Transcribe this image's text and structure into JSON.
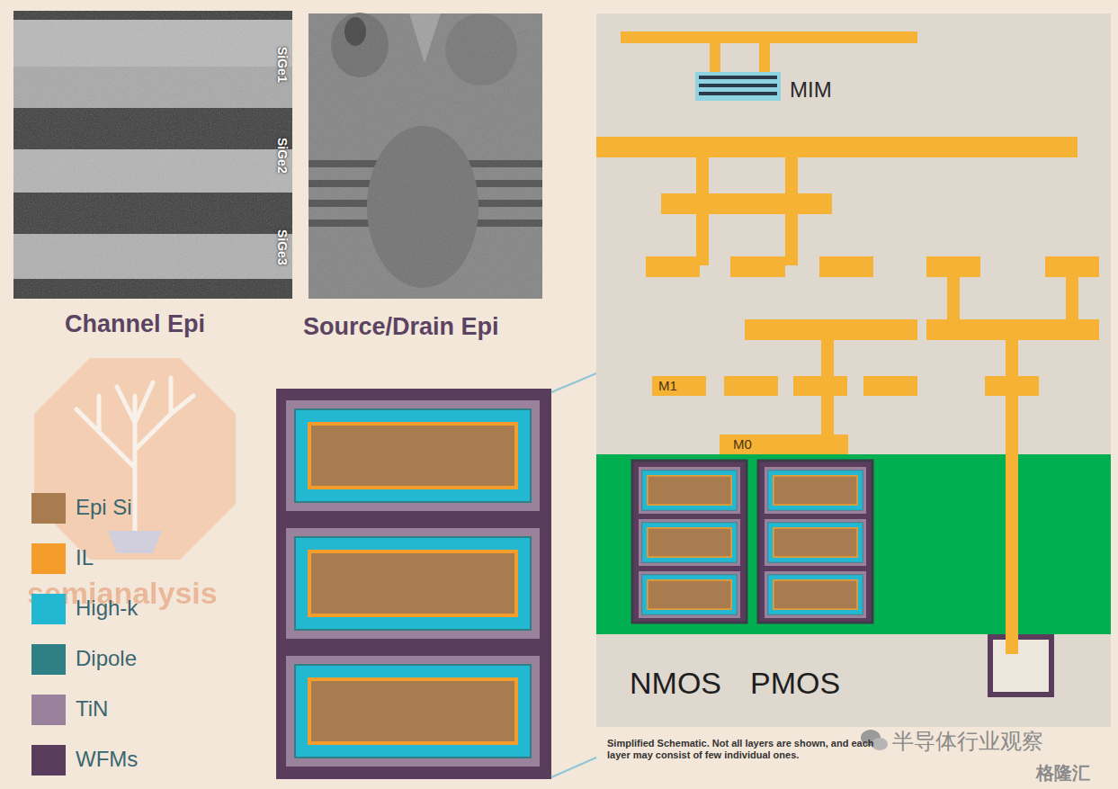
{
  "diagram": {
    "caption": "Simplified Schematic. Not all layers are shown, and each layer may consist of few individual ones.",
    "labels": [
      "SiGe1",
      "SiGe2",
      "SiGe3",
      "Channel Epi",
      "Source/Drain Epi",
      "semianalysis",
      "MIM",
      "M1",
      "M0",
      "NMOS",
      "PMOS",
      "半导体行业观察",
      "格隆汇"
    ],
    "legend": [
      {
        "text": "Epi Si",
        "color": "#a97c50"
      },
      {
        "text": "IL",
        "color": "#f59d2a"
      },
      {
        "text": "High-k",
        "color": "#22b8d1"
      },
      {
        "text": "Dipole",
        "color": "#2f7f86"
      },
      {
        "text": "TiN",
        "color": "#9b829c"
      },
      {
        "text": "WFMs",
        "color": "#5a3d5c"
      }
    ]
  }
}
